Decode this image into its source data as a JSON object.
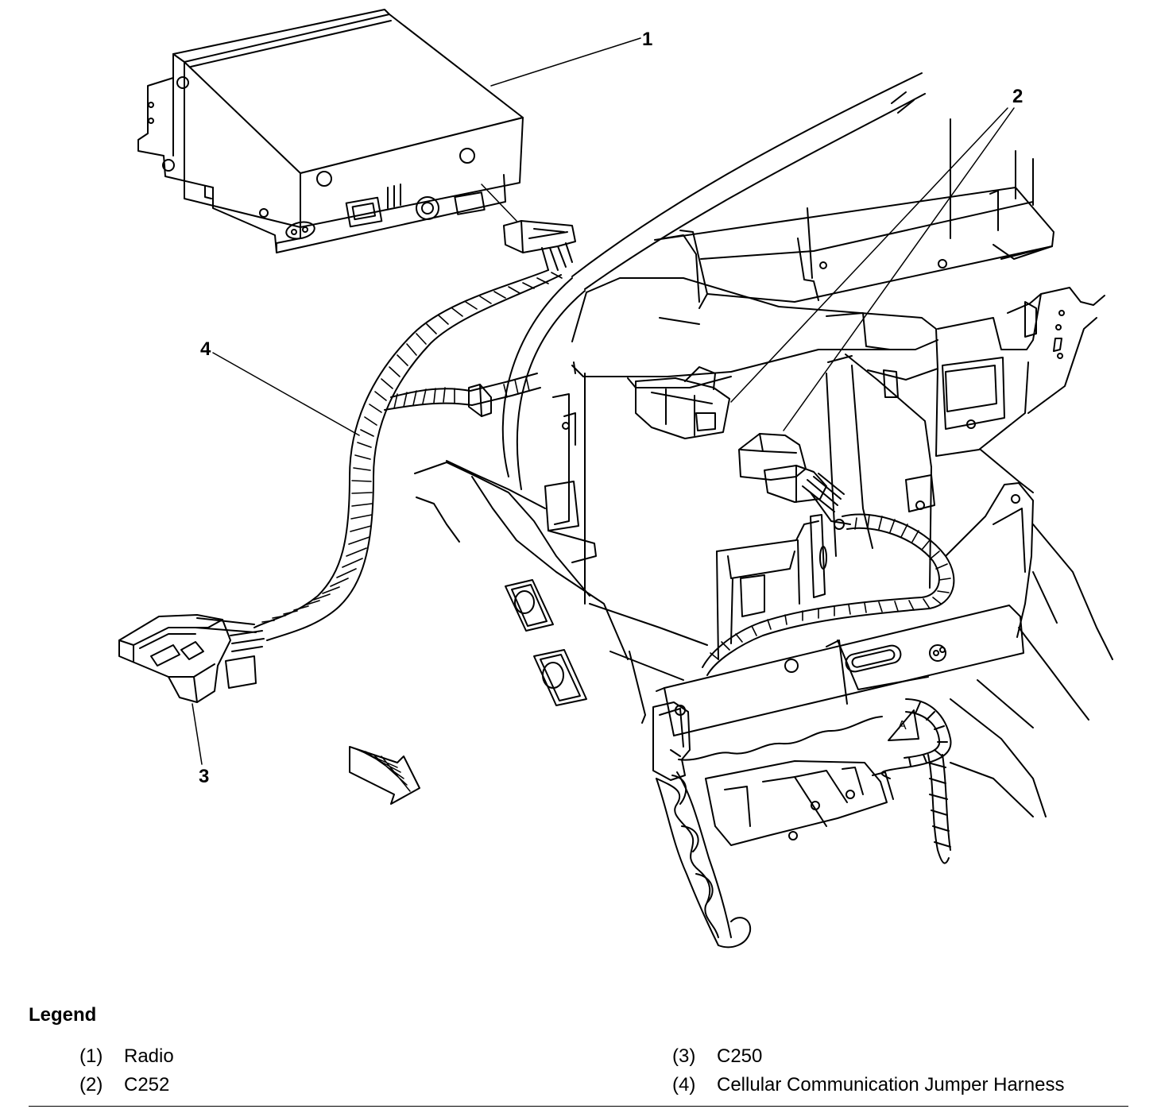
{
  "callouts": {
    "c1": "1",
    "c2": "2",
    "c3": "3",
    "c4": "4"
  },
  "legend": {
    "title": "Legend",
    "items": [
      {
        "num": "(1)",
        "label": "Radio"
      },
      {
        "num": "(2)",
        "label": "C252"
      },
      {
        "num": "(3)",
        "label": "C250"
      },
      {
        "num": "(4)",
        "label": "Cellular Communication Jumper Harness"
      }
    ]
  },
  "marks": {
    "view_letter": "A"
  }
}
